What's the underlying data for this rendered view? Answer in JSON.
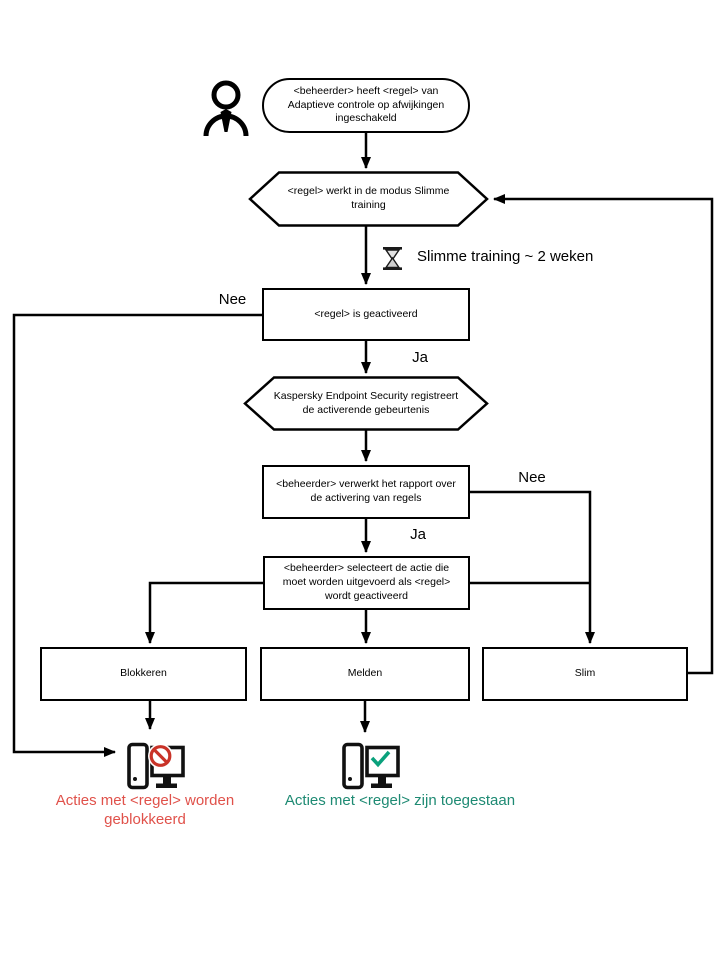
{
  "flowchart": {
    "nodes": {
      "start": {
        "label": "<beheerder> heeft <regel> van Adaptieve controle op afwijkingen ingeschakeld"
      },
      "training_mode": {
        "label": "<regel> werkt in de modus Slimme training"
      },
      "rule_triggered": {
        "label": "<regel> is geactiveerd"
      },
      "register_event": {
        "label": "Kaspersky Endpoint Security registreert de activerende gebeurtenis"
      },
      "process_report": {
        "label": "<beheerder> verwerkt het rapport over de activering van regels"
      },
      "select_action": {
        "label": "<beheerder> selecteert de actie die moet worden uitgevoerd als <regel> wordt geactiveerd"
      },
      "action_block": {
        "label": "Blokkeren"
      },
      "action_notify": {
        "label": "Melden"
      },
      "action_smart": {
        "label": "Slim"
      }
    },
    "edge_labels": {
      "no_left": "Nee",
      "yes_first": "Ja",
      "no_right": "Nee",
      "yes_second": "Ja"
    },
    "annotations": {
      "training_duration": "Slimme training ~ 2 weken",
      "blocked_result": "Acties met <regel> worden geblokkeerd",
      "allowed_result": "Acties met <regel> zijn toegestaan"
    },
    "icons": {
      "person": "person-icon",
      "hourglass": "hourglass-icon",
      "computer_blocked": "computer-blocked-icon",
      "computer_allowed": "computer-allowed-icon",
      "prohibition": "prohibition-icon",
      "checkmark": "checkmark-icon"
    },
    "colors": {
      "outline": "#000000",
      "blocked_text": "#e0514a",
      "allowed_text": "#1e8a73",
      "prohibition_red": "#c93328",
      "check_green": "#0aa17c"
    }
  }
}
